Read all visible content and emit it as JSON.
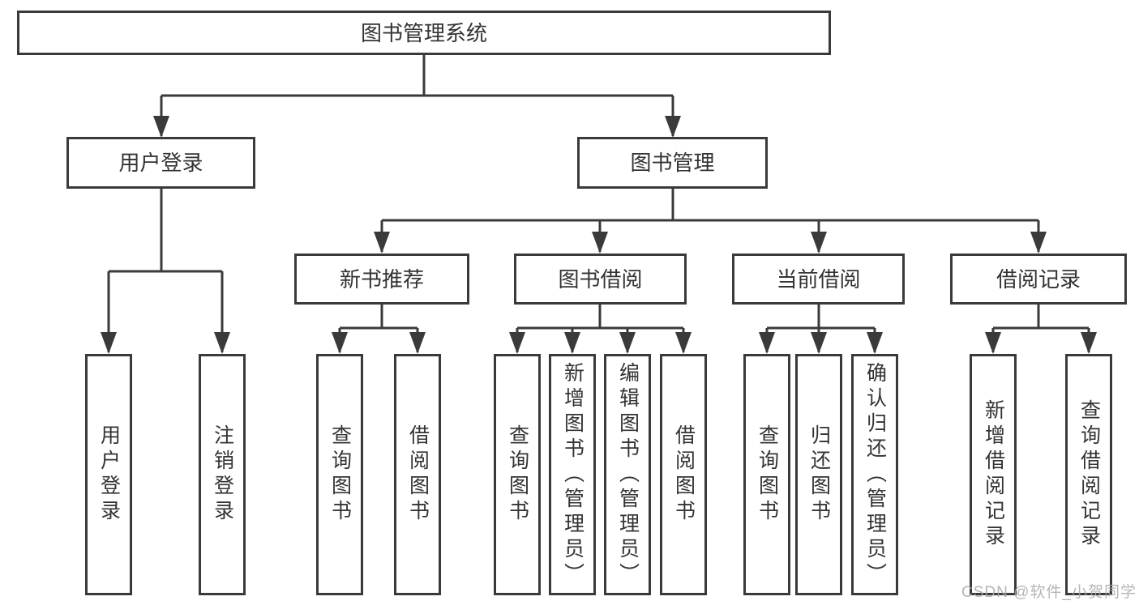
{
  "diagram": {
    "root": {
      "label": "图书管理系统"
    },
    "level2": [
      {
        "label": "用户登录"
      },
      {
        "label": "图书管理"
      }
    ],
    "level3": [
      {
        "label": "新书推荐",
        "parent": "图书管理"
      },
      {
        "label": "图书借阅",
        "parent": "图书管理"
      },
      {
        "label": "当前借阅",
        "parent": "图书管理"
      },
      {
        "label": "借阅记录",
        "parent": "图书管理"
      }
    ],
    "leaves": [
      {
        "label": "用户登录",
        "parent": "用户登录"
      },
      {
        "label": "注销登录",
        "parent": "用户登录"
      },
      {
        "label": "查询图书",
        "parent": "新书推荐"
      },
      {
        "label": "借阅图书",
        "parent": "新书推荐"
      },
      {
        "label": "查询图书",
        "parent": "图书借阅"
      },
      {
        "label": "新增图书（管理员）",
        "parent": "图书借阅"
      },
      {
        "label": "编辑图书（管理员）",
        "parent": "图书借阅"
      },
      {
        "label": "借阅图书",
        "parent": "图书借阅"
      },
      {
        "label": "查询图书",
        "parent": "当前借阅"
      },
      {
        "label": "归还图书",
        "parent": "当前借阅"
      },
      {
        "label": "确认归还（管理员）",
        "parent": "当前借阅"
      },
      {
        "label": "新增借阅记录",
        "parent": "借阅记录"
      },
      {
        "label": "查询借阅记录",
        "parent": "借阅记录"
      }
    ],
    "colors": {
      "line": "#3a3a3a",
      "text": "#333333",
      "box_fill": "#ffffff",
      "watermark": "#a8a8a8"
    }
  },
  "watermark": {
    "text": "CSDN @软件_小贺同学"
  }
}
